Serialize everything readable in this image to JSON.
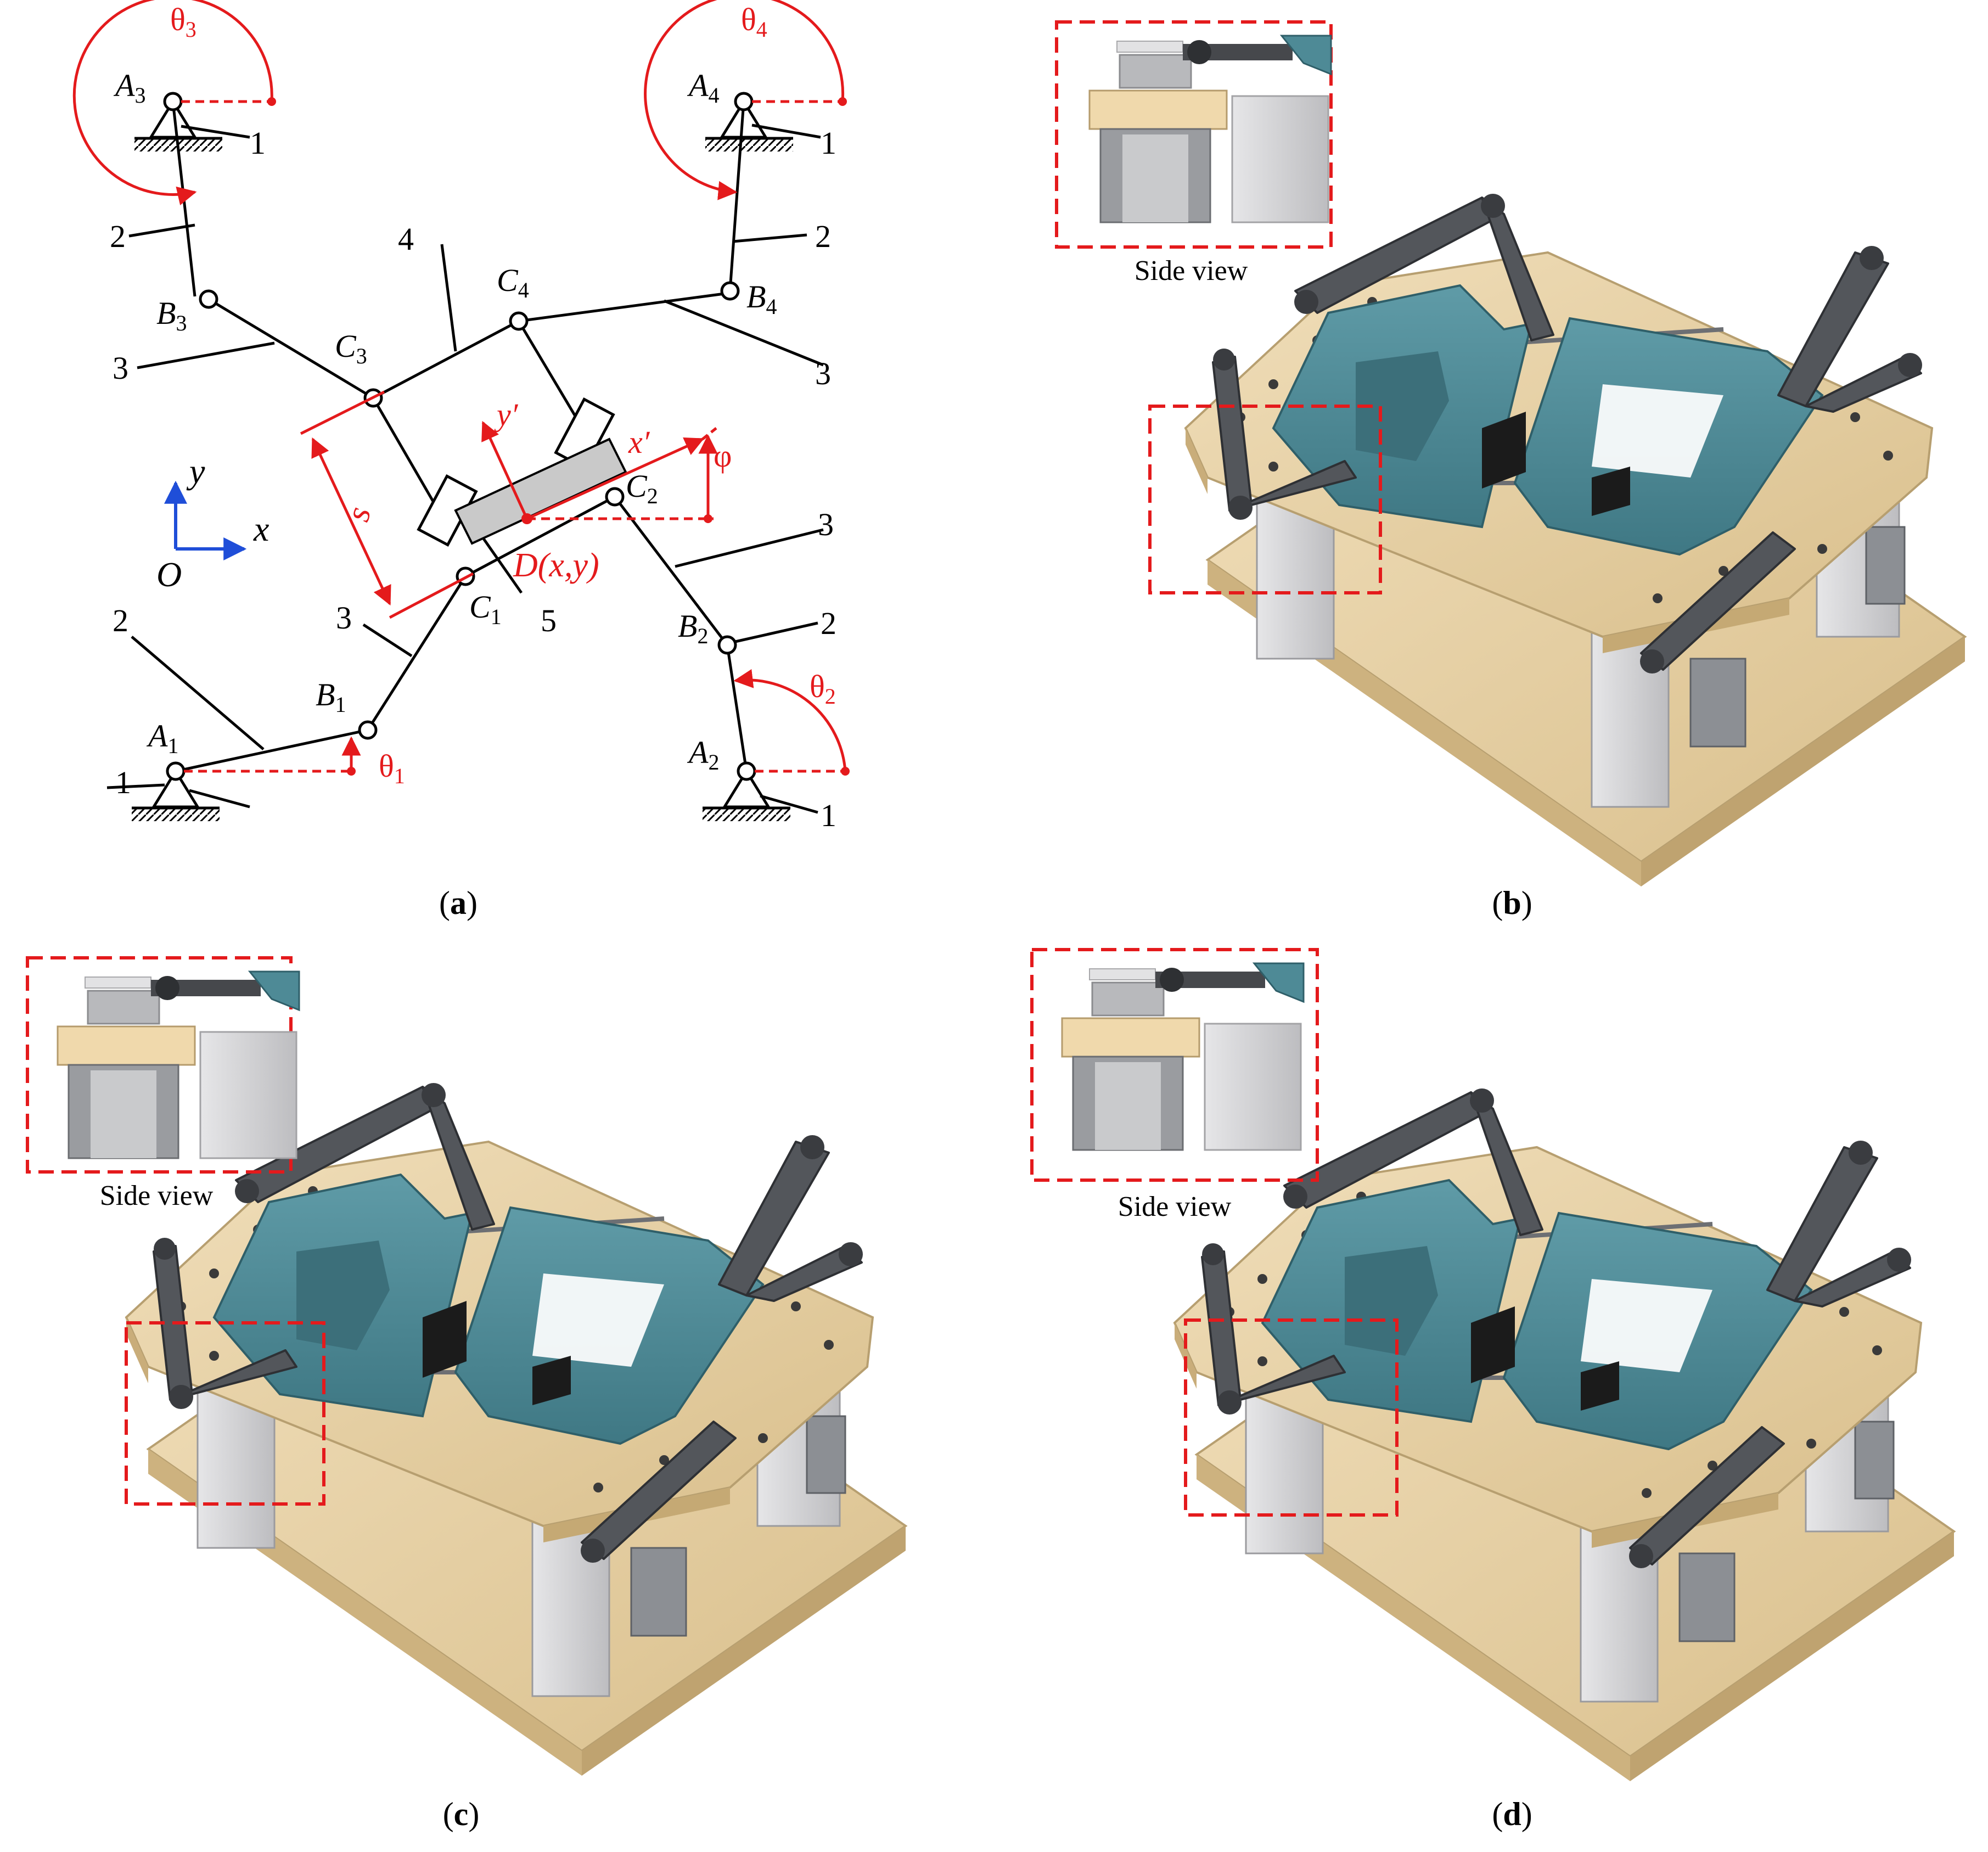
{
  "figure": {
    "panels": [
      {
        "id": "a",
        "caption": "a"
      },
      {
        "id": "b",
        "caption": "b",
        "inset_label": "Side view"
      },
      {
        "id": "c",
        "caption": "c",
        "inset_label": "Side view"
      },
      {
        "id": "d",
        "caption": "d",
        "inset_label": "Side view"
      }
    ]
  },
  "diagram": {
    "axes": {
      "origin": "O",
      "x": "x",
      "y": "y"
    },
    "joints": {
      "A1": {
        "base": "A",
        "sub": "1"
      },
      "A2": {
        "base": "A",
        "sub": "2"
      },
      "A3": {
        "base": "A",
        "sub": "3"
      },
      "A4": {
        "base": "A",
        "sub": "4"
      },
      "B1": {
        "base": "B",
        "sub": "1"
      },
      "B2": {
        "base": "B",
        "sub": "2"
      },
      "B3": {
        "base": "B",
        "sub": "3"
      },
      "B4": {
        "base": "B",
        "sub": "4"
      },
      "C1": {
        "base": "C",
        "sub": "1"
      },
      "C2": {
        "base": "C",
        "sub": "2"
      },
      "C3": {
        "base": "C",
        "sub": "3"
      },
      "C4": {
        "base": "C",
        "sub": "4"
      }
    },
    "angles": {
      "theta1": {
        "base": "θ",
        "sub": "1"
      },
      "theta2": {
        "base": "θ",
        "sub": "2"
      },
      "theta3": {
        "base": "θ",
        "sub": "3"
      },
      "theta4": {
        "base": "θ",
        "sub": "4"
      },
      "phi": "φ"
    },
    "stroke_label": "s",
    "local_axes": {
      "x": "x′",
      "y": "y′"
    },
    "end_point": "D(x,y)",
    "part_numbers": [
      "1",
      "2",
      "3",
      "4",
      "5"
    ]
  },
  "colors": {
    "annotation": "#e41a1c",
    "axis": "#1f4ed8",
    "link": "#000000",
    "plate": "#e9d3a8",
    "frame_teal": "#4e8a96",
    "arm_dark": "#505358",
    "block_grey": "#d4d4d6"
  }
}
